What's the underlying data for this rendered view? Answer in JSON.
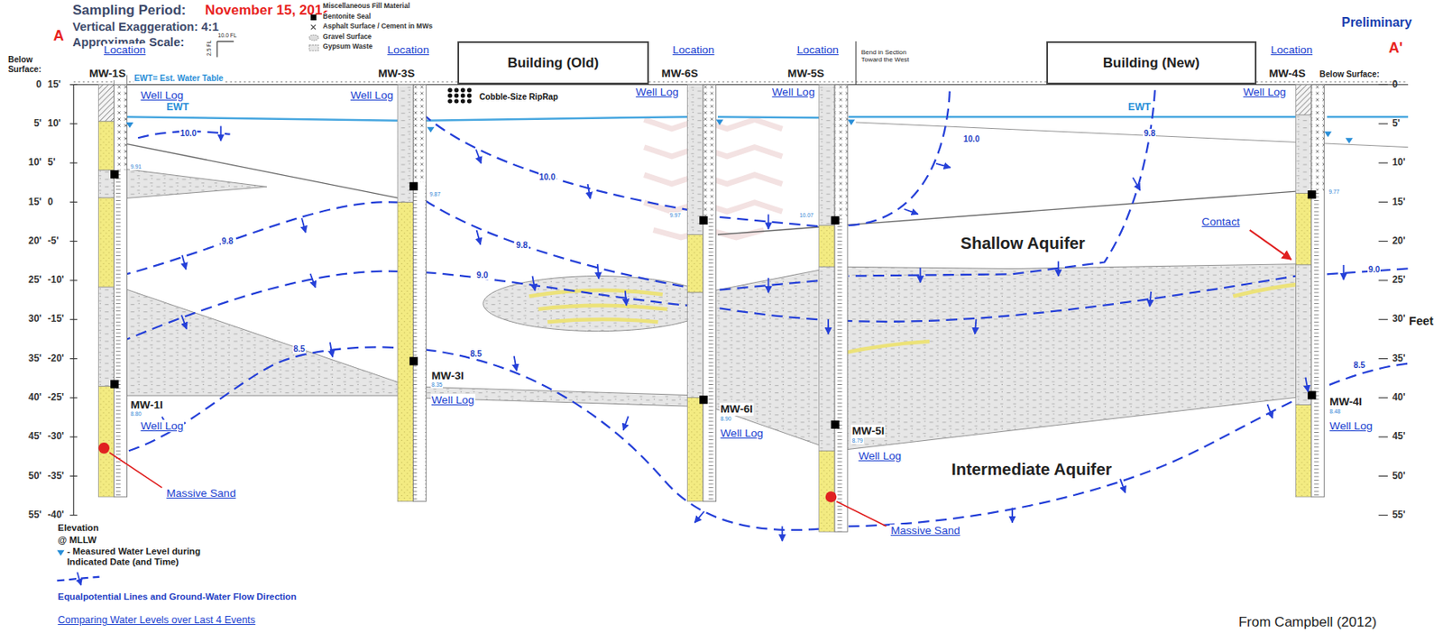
{
  "diagram": {
    "nodes": [
      {
        "text": [
          "Building (Old)"
        ]
      },
      {
        "text": [
          "Building (New)"
        ]
      }
    ],
    "labels": [
      "Sampling Period:",
      "November 15, 2012",
      "Vertical Exaggeration: 4:1",
      "Approximate Scale:",
      "10.0 FL",
      "2.5 FL",
      "A",
      "Below Surface:",
      "Location",
      "MW-1S",
      "EWT= Est. Water Table",
      "Well Log",
      "Location",
      "MW-3S",
      "Well Log",
      "Cobble-Size RipRap",
      "Location",
      "MW-6S",
      "Well Log",
      "Location",
      "MW-5S",
      "Well Log",
      "Bend in Section Toward the West",
      "Location",
      "MW-4S",
      "Well Log",
      "Preliminary",
      "A'",
      "Below Surface:",
      "EWT",
      "EWT",
      "10.0",
      "10.0",
      "10.0",
      "9.8",
      "9.8",
      "9.8",
      "9.0",
      "9.0",
      "8.5",
      "8.5",
      "8.5",
      "9.91",
      "9.87",
      "9.97",
      "10.07",
      "9.77",
      "MW-1I",
      "8.80",
      "Well Log",
      "MW-3I",
      "8.35",
      "Well Log",
      "MW-6I",
      "8.90",
      "Well Log",
      "MW-5I",
      "8.79",
      "Well Log",
      "MW-4I",
      "8.48",
      "Well Log",
      "Shallow Aquifer",
      "Intermediate Aquifer",
      "Contact",
      "Massive Sand",
      "Massive Sand",
      "Feet",
      "Elevation",
      "@ MLLW",
      "Comparing Water Levels over Last 4 Events",
      "From Campbell (2012)",
      "0",
      "5'",
      "10'",
      "15'",
      "20'",
      "25'",
      "30'",
      "35'",
      "40'",
      "45'",
      "50'",
      "55'",
      "15'",
      "10'",
      "5'",
      "0",
      "-5'",
      "-10'",
      "-15'",
      "-20'",
      "-25'",
      "-30'",
      "-35'",
      "-40'",
      "0",
      "5'",
      "10'",
      "15'",
      "20'",
      "25'",
      "30'",
      "35'",
      "40'",
      "45'",
      "50'",
      "55'"
    ],
    "legend": [
      {
        "text": "Miscellaneous Fill Material"
      },
      {
        "text": "Bentonite Seal",
        "color": "#000000"
      },
      {
        "text": "Asphalt Surface / Cement in MWs"
      },
      {
        "text": "Gravel Surface"
      },
      {
        "text": "Gypsum Waste"
      },
      {
        "text": "- Measured Water Level during Indicated Date (and Time)"
      },
      {
        "text": "Equalpotential Lines and Ground-Water Flow Direction"
      }
    ]
  }
}
